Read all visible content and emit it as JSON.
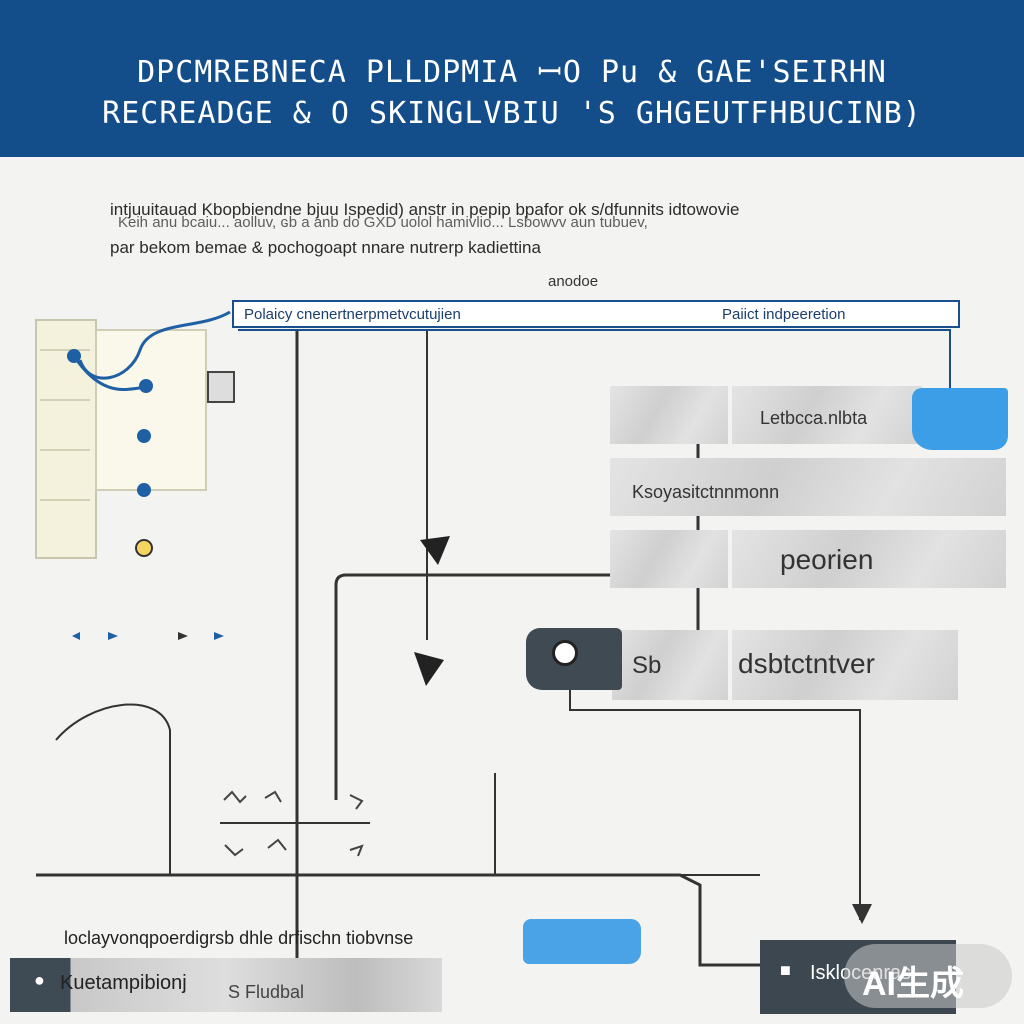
{
  "header": {
    "line1": "DPCMREBNECA PLLDPMIA ꟷO Pu & GAE'SEIRHN",
    "line2": "RECREADGE & O SKINGLVBIU 'S GHGEUTFHBUCINB)"
  },
  "intro": {
    "line1": "intjuuitauad Kbopbiendne bjuu Ispedid) anstr in pepip bpafor ok s/dfunnits idtowovie",
    "line2": "Keih anu bcaiu... aolluv, ɢb a anb do GXD uolol hamivlio... Lsbowvv aun tubuev,",
    "line3": "par bekom bemae & pochogoapt nnare nutrerp kadiettina",
    "caption": "anodoe"
  },
  "top_bar": {
    "left_label": "Polaicy cnenertnerpmetvcutujien",
    "right_label": "Paiict indpeeretion"
  },
  "boxes": {
    "box1_label": "Letbcca.nlbta",
    "box2_label": "Ksoyasitctnnmonn",
    "box3_label": "peorien",
    "box4_left": "Sb",
    "box4_label": "dsbtctntver"
  },
  "bottom": {
    "caption": "loclayvonqpoerdigrsb dhle drfischn tiobvnse",
    "left_bar_label": "Kuetampibionj",
    "left_bar_sub": "S Fludbal",
    "right_box_label": "Isklocenras"
  },
  "watermark": "AI生成",
  "colors": {
    "banner": "#134d8a",
    "accent_blue": "#3b9ee6",
    "dark_slate": "#3f4a52"
  }
}
